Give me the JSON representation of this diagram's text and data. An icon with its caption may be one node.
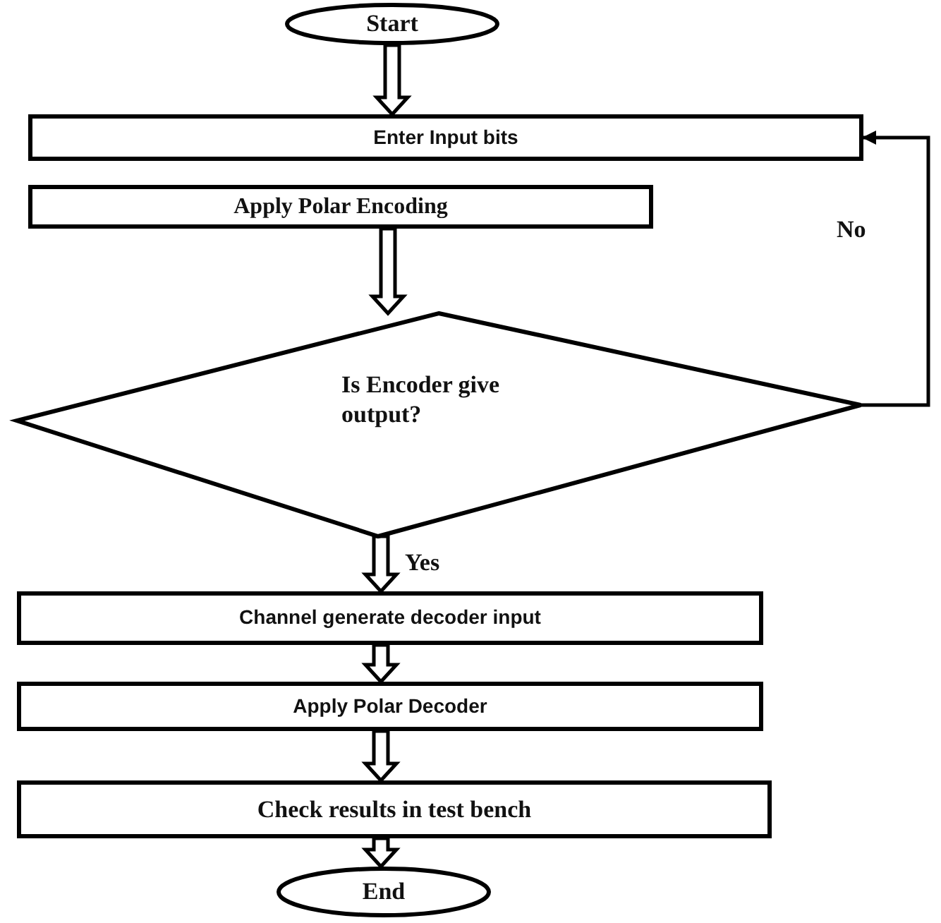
{
  "diagram": {
    "nodes": [
      {
        "text": [
          "Start"
        ]
      },
      {
        "text": [
          "Enter Input bits"
        ]
      },
      {
        "text": [
          "Apply Polar Encoding"
        ]
      },
      {
        "text": [
          "Is Encoder give output?"
        ]
      },
      {
        "text": [
          "Channel generate decoder input"
        ]
      },
      {
        "text": [
          "Apply Polar Decoder"
        ]
      },
      {
        "text": [
          "Check results in test bench"
        ]
      },
      {
        "text": [
          "End"
        ]
      }
    ],
    "edges": [
      {
        "from": 0,
        "to": 1,
        "arrow": "to"
      },
      {
        "from": 2,
        "to": 3,
        "arrow": "to"
      },
      {
        "from": 3,
        "to": 4,
        "arrow": "to",
        "label": "Yes"
      },
      {
        "from": 4,
        "to": 5,
        "arrow": "to"
      },
      {
        "from": 5,
        "to": 6,
        "arrow": "to"
      },
      {
        "from": 6,
        "to": 7,
        "arrow": "to"
      },
      {
        "from": 3,
        "to": 1,
        "arrow": "to",
        "label": "No"
      }
    ]
  }
}
